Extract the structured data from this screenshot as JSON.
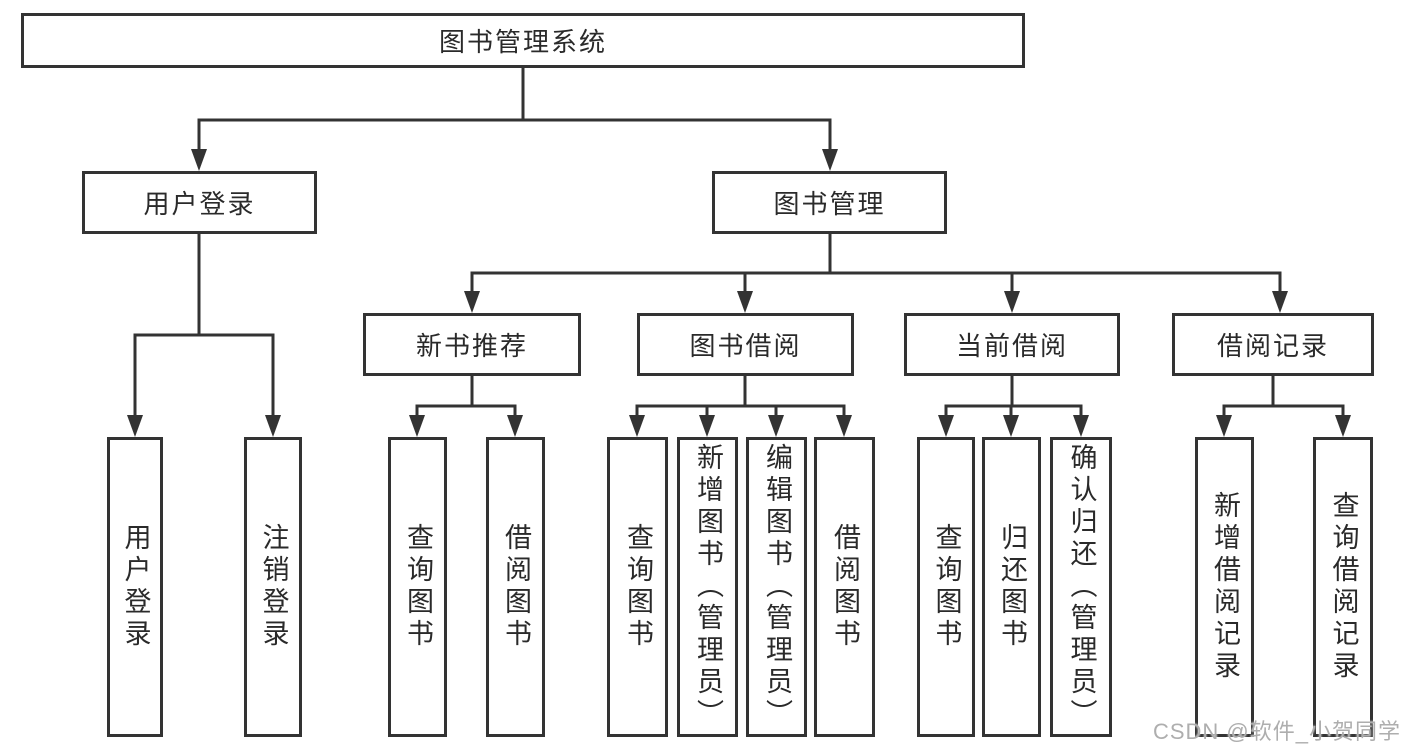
{
  "diagram": {
    "type": "hierarchy-tree",
    "title": "图书管理系统"
  },
  "nodes": {
    "root": {
      "label": "图书管理系统"
    },
    "user_login": {
      "label": "用户登录"
    },
    "book_management": {
      "label": "图书管理"
    },
    "new_book_recommend": {
      "label": "新书推荐"
    },
    "book_borrowing": {
      "label": "图书借阅"
    },
    "current_borrowing": {
      "label": "当前借阅"
    },
    "borrowing_records": {
      "label": "借阅记录"
    },
    "leaf_user_login": {
      "label": "用户登录"
    },
    "leaf_logout": {
      "label": "注销登录"
    },
    "leaf_nb_search_book": {
      "label": "查询图书"
    },
    "leaf_nb_borrow_book": {
      "label": "借阅图书"
    },
    "leaf_bb_search_book": {
      "label": "查询图书"
    },
    "leaf_bb_add_book": {
      "label": "新增图书（管理员）"
    },
    "leaf_bb_edit_book": {
      "label": "编辑图书（管理员）"
    },
    "leaf_bb_borrow_book": {
      "label": "借阅图书"
    },
    "leaf_cb_search_book": {
      "label": "查询图书"
    },
    "leaf_cb_return_book": {
      "label": "归还图书"
    },
    "leaf_cb_confirm_return": {
      "label": "确认归还（管理员）"
    },
    "leaf_br_add_record": {
      "label": "新增借阅记录"
    },
    "leaf_br_search_record": {
      "label": "查询借阅记录"
    }
  },
  "watermark": {
    "text": "CSDN @软件_小贺同学"
  },
  "colors": {
    "line": "#333333",
    "text": "#2a2a2a",
    "background": "#ffffff",
    "watermark": "#aeaeae"
  }
}
